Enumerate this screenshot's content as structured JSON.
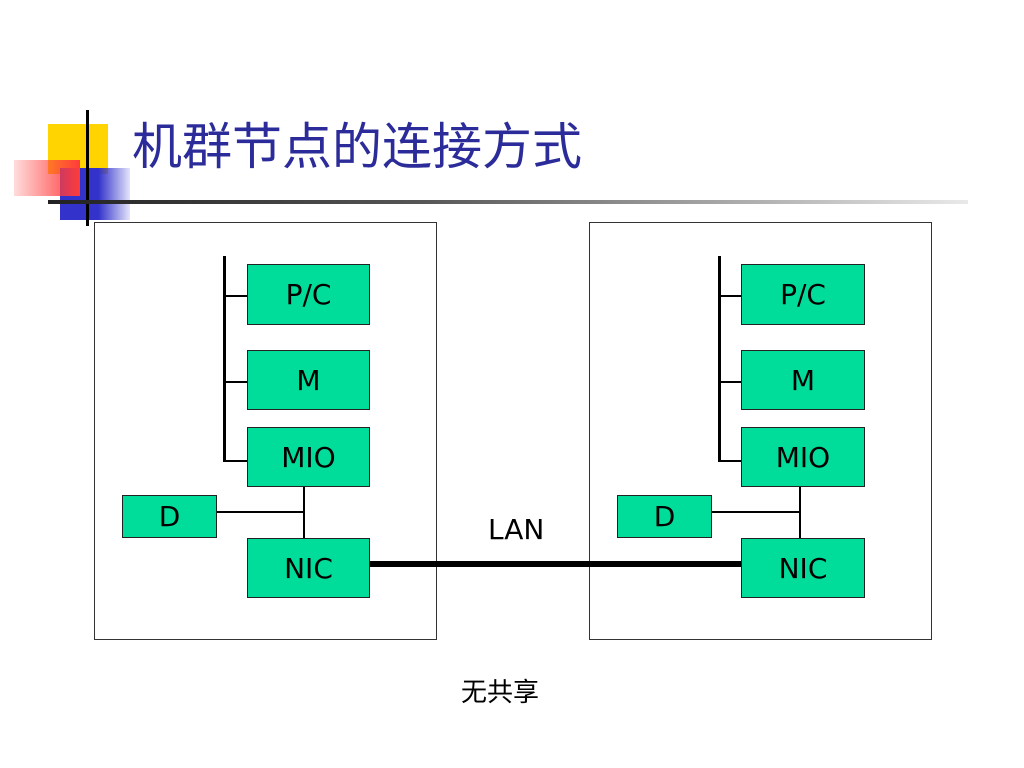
{
  "slide": {
    "title": "机群节点的连接方式",
    "caption": "无共享"
  },
  "diagram": {
    "link_label": "LAN",
    "nodes": [
      {
        "components": {
          "pc": "P/C",
          "mem": "M",
          "mio": "MIO",
          "disk": "D",
          "nic": "NIC"
        }
      },
      {
        "components": {
          "pc": "P/C",
          "mem": "M",
          "mio": "MIO",
          "disk": "D",
          "nic": "NIC"
        }
      }
    ]
  },
  "colors": {
    "title": "#2b2b9a",
    "component_fill": "#00dc9a",
    "deco_yellow": "#ffd400",
    "deco_blue": "#3333cc",
    "deco_red": "#ff3333"
  }
}
